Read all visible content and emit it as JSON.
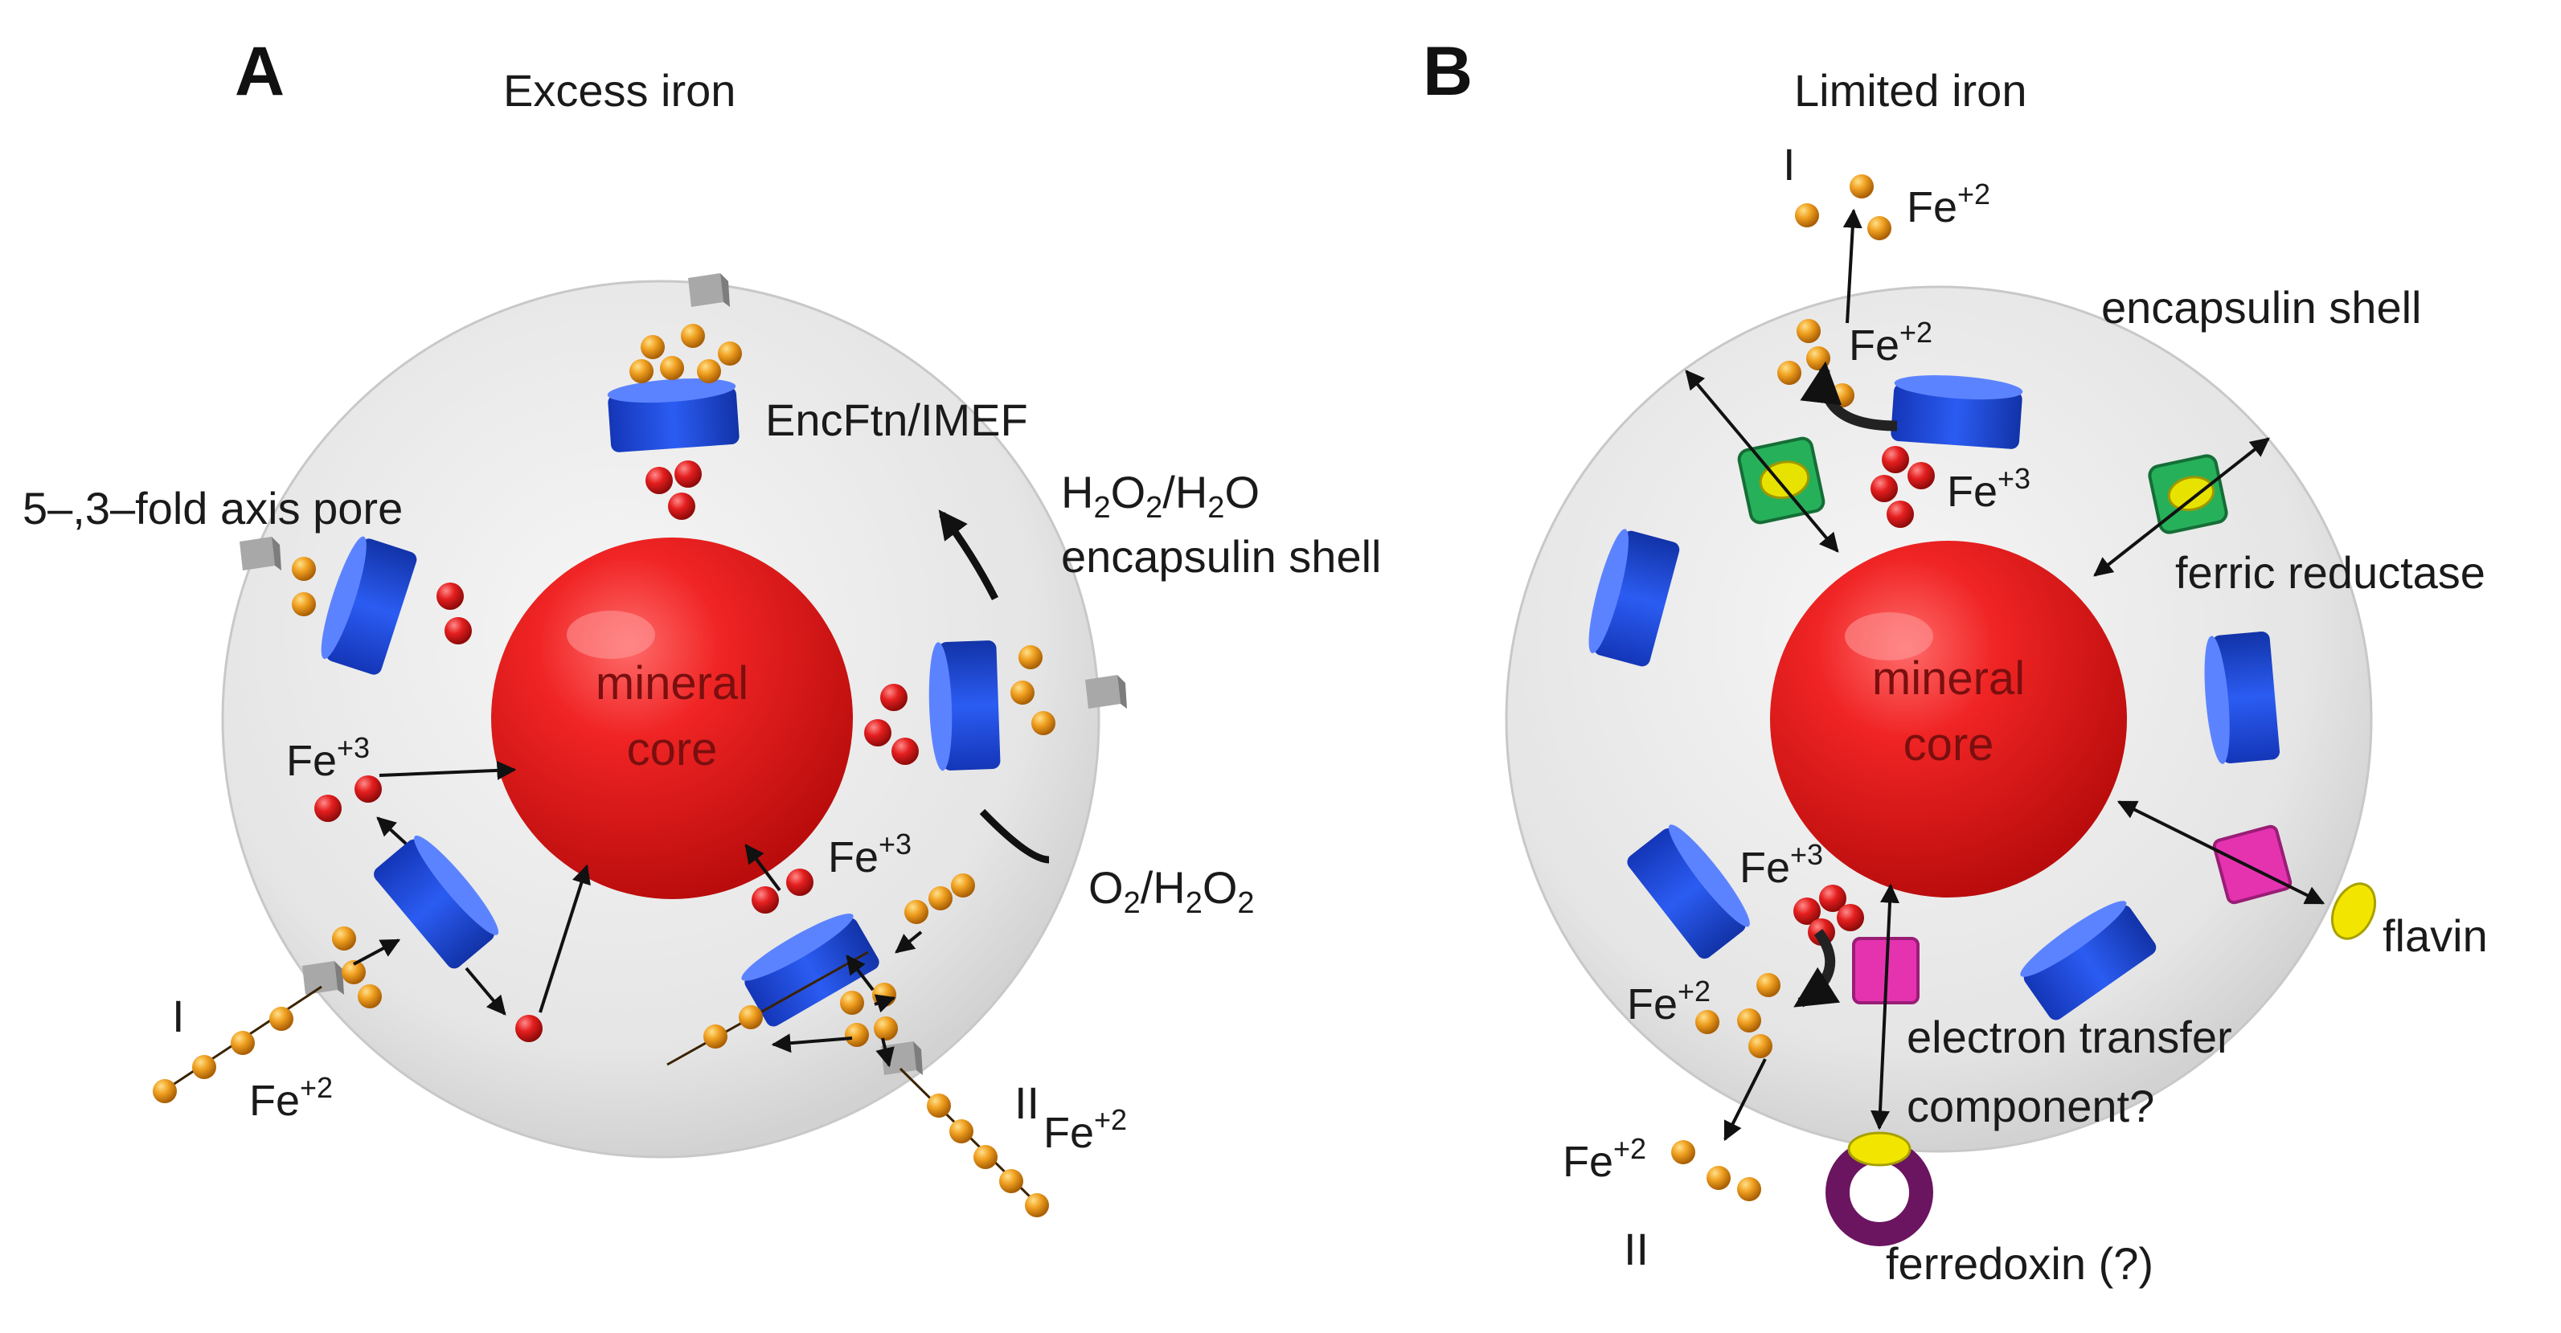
{
  "panel_a": {
    "letter": "A",
    "title": "Excess iron",
    "core_line1": "mineral",
    "core_line2": "core",
    "label_pore": "5–,3–fold axis pore",
    "label_encftn": "EncFtn/IMEF",
    "label_h2o2_h2o": "H2O2/H2O",
    "label_shell": "encapsulin shell",
    "label_o2_h2o2": "O2/H2O2",
    "route_I": "I",
    "route_II": "II",
    "fe3_base": "Fe",
    "fe3_sup": "+3",
    "fe2_base": "Fe",
    "fe2_sup": "+2"
  },
  "panel_b": {
    "letter": "B",
    "title": "Limited iron",
    "core_line1": "mineral",
    "core_line2": "core",
    "label_shell": "encapsulin shell",
    "label_ferric_reductase": "ferric reductase",
    "label_flavin": "flavin",
    "label_etc_line1": "electron transfer",
    "label_etc_line2": "component?",
    "label_ferredoxin": "ferredoxin (?)",
    "route_I": "I",
    "route_II": "II",
    "fe3_base": "Fe",
    "fe3_sup": "+3",
    "fe2_base": "Fe",
    "fe2_sup": "+2"
  },
  "colors": {
    "shell": "#e6e6e6",
    "core": "#e8191b",
    "encftn": "#1f4fe0",
    "fe3_ion": "#d41a1a",
    "fe2_ion": "#e08a10",
    "ferric_reductase": "#27b05a",
    "electron_transfer": "#e533b0",
    "flavin": "#f2e600",
    "ferredoxin": "#6b1460"
  },
  "icons": {
    "pore": "grey-pore-block-icon",
    "encftn": "blue-cylinder-icon",
    "ferric_reductase": "green-box-icon",
    "electron_transfer": "magenta-box-icon",
    "flavin": "yellow-oval-icon",
    "ferredoxin": "purple-ring-icon"
  }
}
